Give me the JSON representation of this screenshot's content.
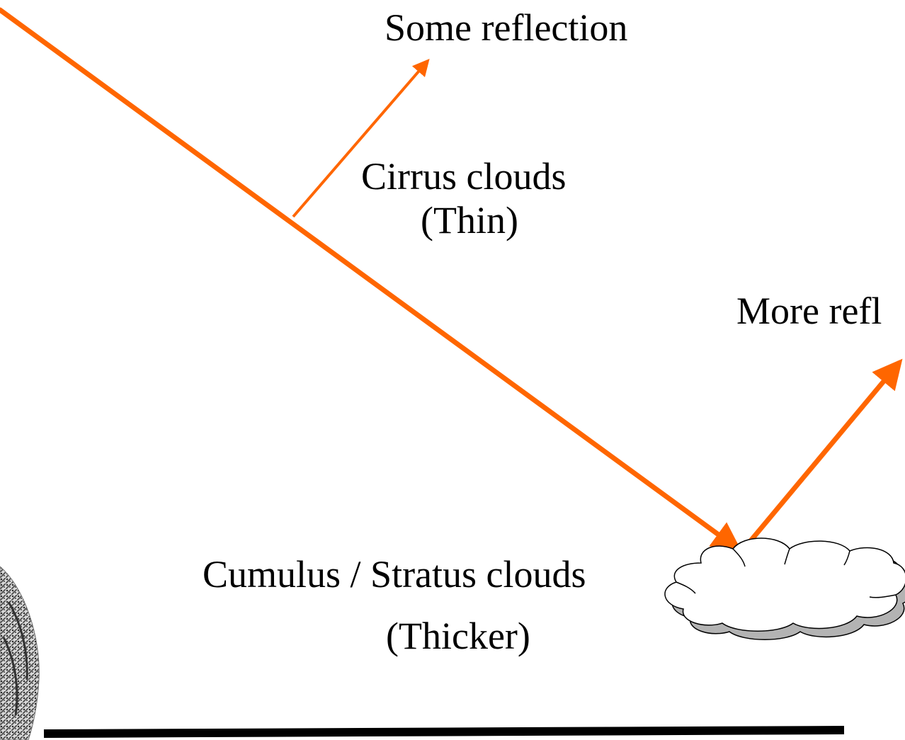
{
  "labels": {
    "some_reflection": "Some reflection",
    "cirrus_line1": "Cirrus clouds",
    "cirrus_line2": "(Thin)",
    "more_reflection": "More refl",
    "cumulus_line1": "Cumulus / Stratus clouds",
    "cumulus_line2": "(Thicker)"
  },
  "colors": {
    "ray": "#ff6600",
    "ground": "#000000",
    "cloud_fill": "#ffffff",
    "cloud_shadow": "#b3b3b3",
    "text": "#000000"
  },
  "icons": {
    "cloud": "cumulus-cloud-icon",
    "planet_edge": "planet-edge-image"
  }
}
